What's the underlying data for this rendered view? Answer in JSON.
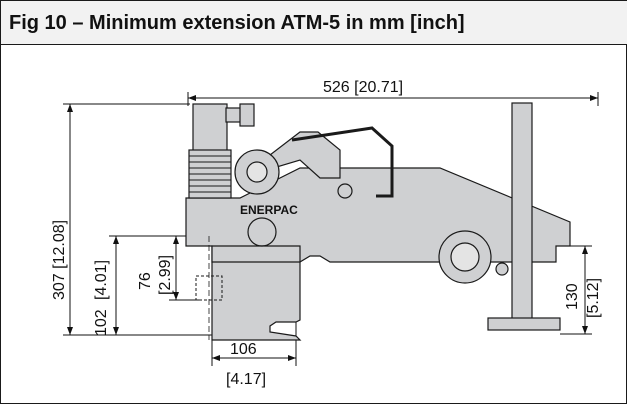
{
  "figure": {
    "title": "Fig 10 – Minimum extension ATM-5 in mm [inch]",
    "brand_label": "ENERPAC",
    "colors": {
      "part_fill": "#cfd0d2",
      "part_stroke": "#1a1a1a",
      "title_bg": "#f2f2f2"
    }
  },
  "dimensions": {
    "length": "526  [20.71]",
    "height_total": "307  [12.08]",
    "height_low_mm": "102",
    "height_low_in": "[4.01]",
    "stroke_mm": "76",
    "stroke_in": "[2.99]",
    "width_mm": "106",
    "width_in": "[4.17]",
    "foot_mm": "130",
    "foot_in": "[5.12]"
  }
}
